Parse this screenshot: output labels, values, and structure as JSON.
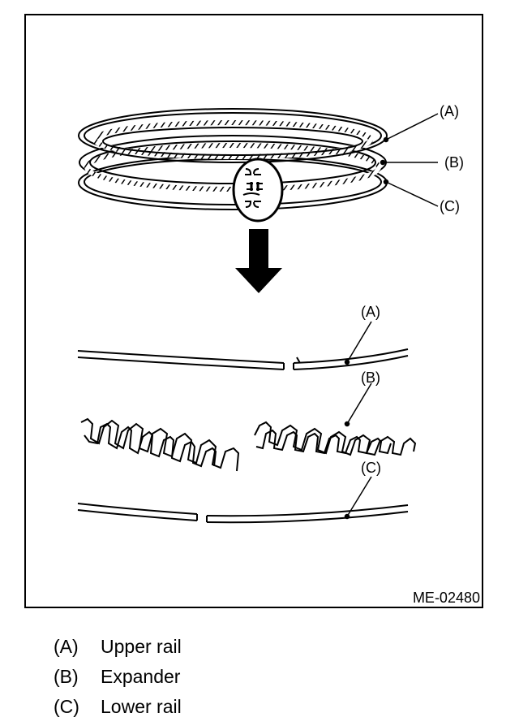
{
  "figure": {
    "code": "ME-02480",
    "callouts": {
      "a": "(A)",
      "b": "(B)",
      "c": "(C)"
    }
  },
  "legend": [
    {
      "key": "(A)",
      "text": "Upper rail"
    },
    {
      "key": "(B)",
      "text": "Expander"
    },
    {
      "key": "(C)",
      "text": "Lower rail"
    }
  ]
}
